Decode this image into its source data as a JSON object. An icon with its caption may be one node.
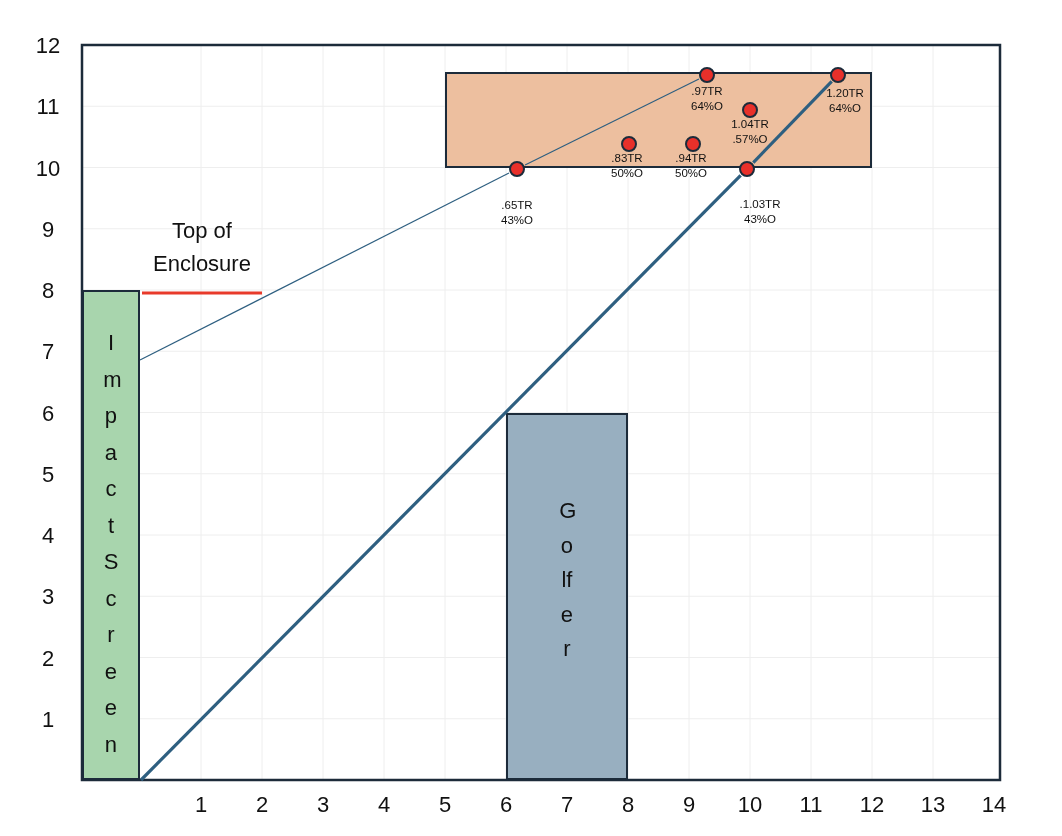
{
  "diagram": {
    "nodes": [
      {
        "text": [],
        "shape": "box"
      },
      {
        "text": [],
        "shape": "circle",
        "beside": [
          ".97TR 64%O"
        ]
      },
      {
        "text": [],
        "shape": "circle",
        "beside": [
          "1.20TR 64%O"
        ]
      },
      {
        "text": [],
        "shape": "circle",
        "beside": [
          "1.04TR .57%O"
        ],
        "in": 0
      },
      {
        "text": [],
        "shape": "circle",
        "beside": [
          ".83TR 50%O"
        ],
        "in": 0
      },
      {
        "text": [],
        "shape": "circle",
        "beside": [
          ".94TR 50%O"
        ],
        "in": 0
      },
      {
        "text": [],
        "shape": "circle",
        "beside": [
          ".65TR 43%O"
        ]
      },
      {
        "text": [],
        "shape": "circle",
        "beside": [
          ".1.03TR 43%O"
        ]
      },
      {
        "text": [
          "Impact Screen"
        ]
      },
      {
        "text": [
          "Golfer"
        ]
      }
    ],
    "edges": [
      {
        "from": 8,
        "to": 6,
        "arrow": "none"
      },
      {
        "from": 6,
        "to": 1,
        "arrow": "none"
      },
      {
        "from": 8,
        "to": 7,
        "arrow": "none",
        "style": "thick"
      },
      {
        "from": 7,
        "to": 2,
        "arrow": "none",
        "style": "thick"
      }
    ],
    "labels": [
      "Top of Enclosure",
      "12",
      "11",
      "10",
      "9",
      "8",
      "7",
      "6",
      "5",
      "4",
      "3",
      "2",
      "1",
      "1",
      "2",
      "3",
      "4",
      "5",
      "6",
      "7",
      "8",
      "9",
      "10",
      "11",
      "12",
      "13",
      "14"
    ]
  }
}
